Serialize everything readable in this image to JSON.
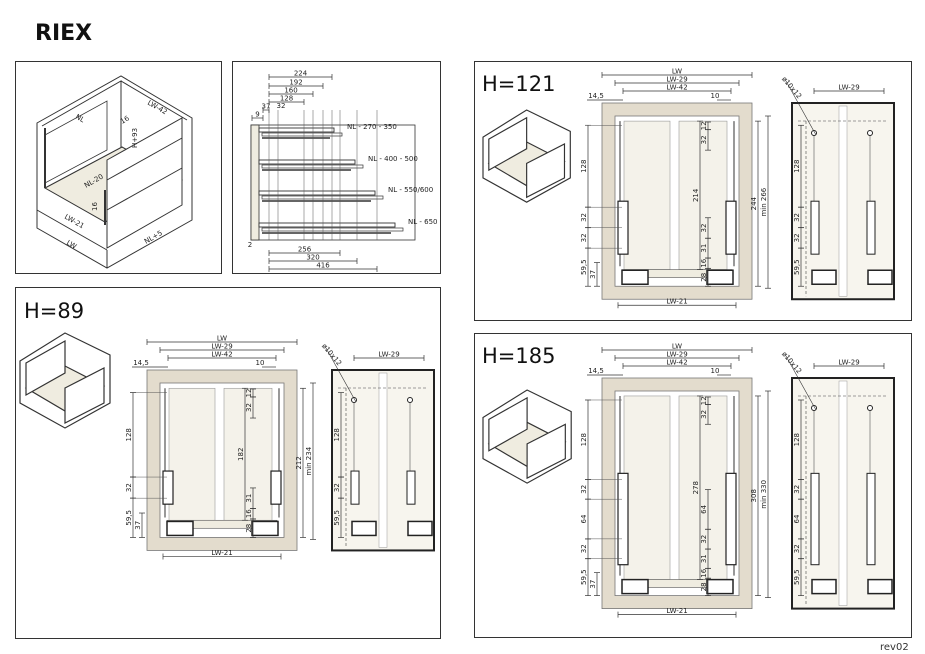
{
  "logo": {
    "text": "RIEX"
  },
  "revision": "rev02",
  "colors": {
    "cabinet": "#e3dccd",
    "drawer": "#f4f2ea",
    "line": "#333333",
    "frame": "#555555"
  },
  "overview": {
    "labels": {
      "nl": "NL",
      "lw42": "LW-42",
      "d16a": "16",
      "h93": "H+93",
      "nl20": "NL-20",
      "d16b": "16",
      "lw21": "LW-21",
      "lw": "LW",
      "nl5": "NL+5"
    }
  },
  "runners": {
    "top_dims": [
      "224",
      "192",
      "160",
      "128",
      "37",
      "32",
      "9"
    ],
    "lengths": [
      "NL - 270 - 350",
      "NL - 400 - 500",
      "NL - 550/600",
      "NL - 650"
    ],
    "bottom_dims": [
      "256",
      "320",
      "416"
    ],
    "gap": "2"
  },
  "panels": {
    "h89": {
      "title": "H=89",
      "top": {
        "lw": "LW",
        "lw29": "LW-29",
        "lw42": "LW-42",
        "d145": "14,5",
        "d10": "10"
      },
      "left": [
        "59,5",
        "32",
        "128"
      ],
      "left37": "37",
      "inner_top": [
        "12",
        "32"
      ],
      "inner_big": "182",
      "inner_bottom": [
        "28",
        "16",
        "31"
      ],
      "right": "212",
      "min": "min 234",
      "bottom": "LW-21",
      "side": {
        "hole": "ø10x12",
        "lw29": "LW-29",
        "left": [
          "59,5",
          "32",
          "128"
        ]
      }
    },
    "h121": {
      "title": "H=121",
      "top": {
        "lw": "LW",
        "lw29": "LW-29",
        "lw42": "LW-42",
        "d145": "14,5",
        "d10": "10"
      },
      "left": [
        "59,5",
        "32",
        "32",
        "128"
      ],
      "left37": "37",
      "inner_top": [
        "12",
        "32"
      ],
      "inner_big": "214",
      "inner_bottom": [
        "28",
        "16",
        "31",
        "32"
      ],
      "right": "244",
      "min": "min 266",
      "bottom": "LW-21",
      "side": {
        "hole": "ø10x12",
        "lw29": "LW-29",
        "left": [
          "59,5",
          "32",
          "32",
          "128"
        ]
      }
    },
    "h185": {
      "title": "H=185",
      "top": {
        "lw": "LW",
        "lw29": "LW-29",
        "lw42": "LW-42",
        "d145": "14,5",
        "d10": "10"
      },
      "left": [
        "59,5",
        "32",
        "64",
        "32",
        "128"
      ],
      "left37": "37",
      "inner_top": [
        "12",
        "32"
      ],
      "inner_big": "278",
      "inner_bottom": [
        "28",
        "16",
        "31",
        "32",
        "64"
      ],
      "right": "308",
      "min": "min 330",
      "bottom": "LW-21",
      "side": {
        "hole": "ø10x12",
        "lw29": "LW-29",
        "left": [
          "59,5",
          "32",
          "64",
          "32",
          "128"
        ]
      }
    }
  }
}
